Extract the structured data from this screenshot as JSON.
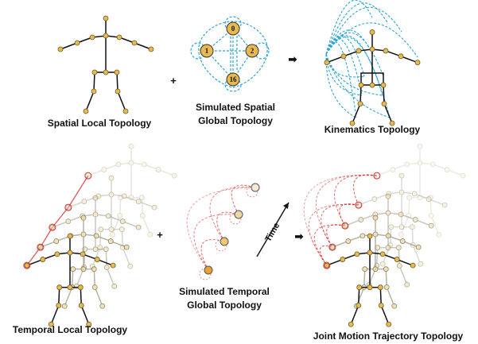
{
  "captions": {
    "spatial_local": "Spatial Local Topology",
    "simulated_spatial_line1": "Simulated Spatial",
    "simulated_spatial_line2": "Global Topology",
    "kinematics": "Kinematics Topology",
    "temporal_local": "Temporal Local Topology",
    "simulated_temporal_line1": "Simulated Temporal",
    "simulated_temporal_line2": "Global Topology",
    "joint_motion": "Joint Motion Trajectory Topology"
  },
  "spatial_global_nodes": [
    "0",
    "1",
    "2",
    "16"
  ],
  "time_label": "Time",
  "operators": {
    "plus": "+",
    "arrow": "➡"
  },
  "colors": {
    "joint_fill": "#E8BA4D",
    "joint_stroke": "#6b5a2a",
    "bone": "#111111",
    "dashed_blue": "#29A6D6",
    "dashed_red": "#D8302E",
    "faded_bone": "#9a9a8a"
  }
}
